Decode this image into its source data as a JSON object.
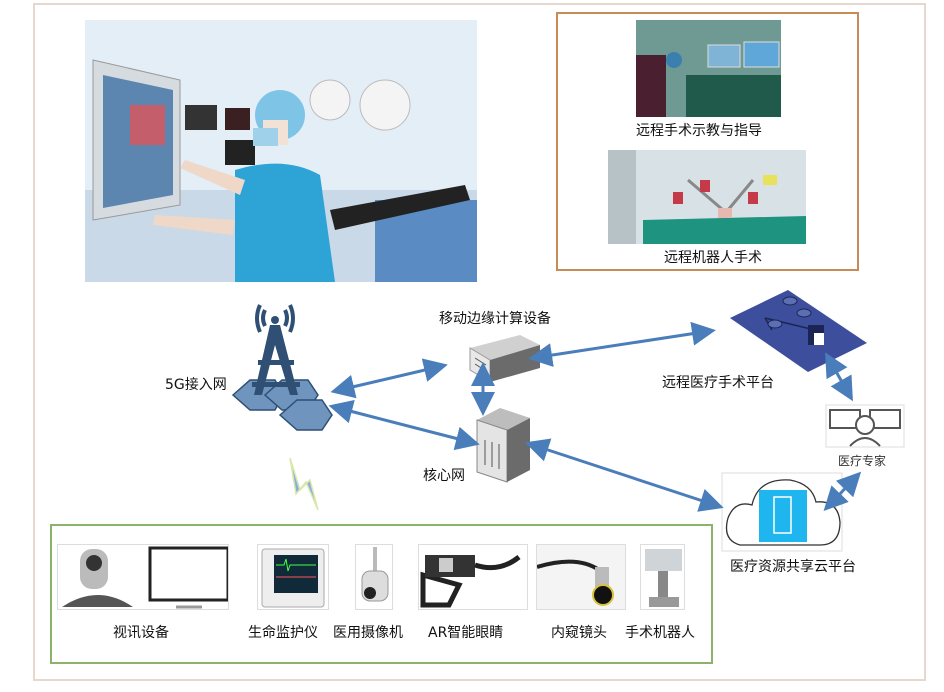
{
  "diagram": {
    "title_images": {
      "hero": "operating-room-photo",
      "remote_teaching": {
        "label": "远程手术示教与指导"
      },
      "remote_robot": {
        "label": "远程机器人手术"
      }
    },
    "nodes": {
      "access_network": {
        "label": "5G接入网",
        "icon": "cell-tower-icon"
      },
      "mec": {
        "label": "移动边缘计算设备",
        "icon": "server-icon"
      },
      "core_network": {
        "label": "核心网",
        "icon": "server-cabinet-icon"
      },
      "surgery_platform": {
        "label": "远程医疗手术平台",
        "icon": "network-platform-icon"
      },
      "expert": {
        "label": "医疗专家",
        "icon": "expert-icon"
      },
      "cloud": {
        "label": "医疗资源共享云平台",
        "icon": "cloud-icon"
      }
    },
    "devices": [
      {
        "label": "视讯设备",
        "icon": "video-conference-icon"
      },
      {
        "label": "生命监护仪",
        "icon": "vital-monitor-icon"
      },
      {
        "label": "医用摄像机",
        "icon": "medical-camera-icon"
      },
      {
        "label": "AR智能眼睛",
        "icon": "ar-glasses-icon"
      },
      {
        "label": "内窥镜头",
        "icon": "endoscope-icon"
      },
      {
        "label": "手术机器人",
        "icon": "surgical-robot-icon"
      }
    ],
    "colors": {
      "arrow": "#4a7ebb",
      "tower": "#2f4f74",
      "hexagon": "#6f94bd",
      "orange_border": "#c98b56",
      "green_border": "#8db26b",
      "platform": "#3d4f9c",
      "cloud_icon": "#1fb5ee",
      "lightning": "#86aee6"
    }
  }
}
